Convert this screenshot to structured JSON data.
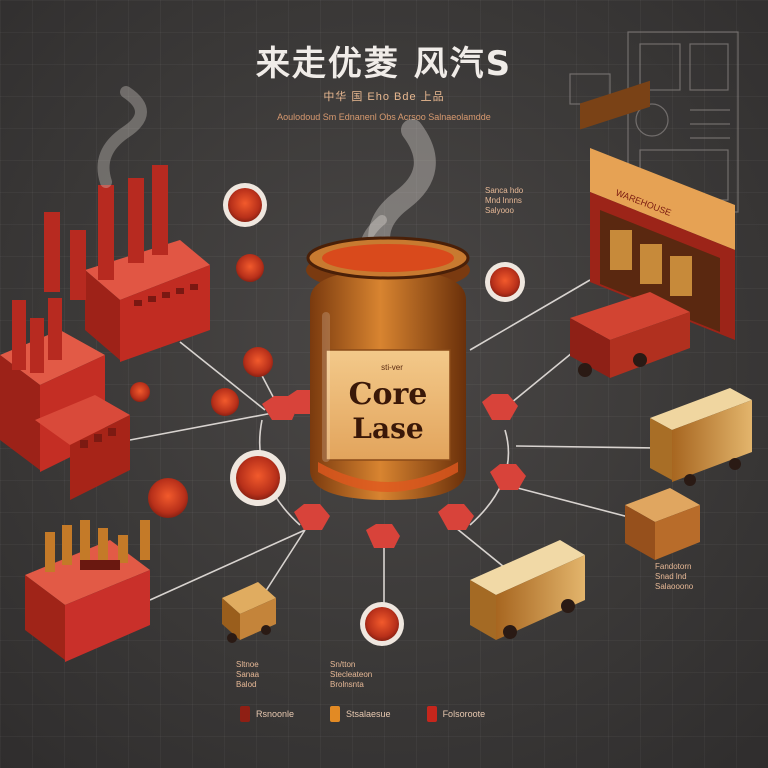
{
  "header": {
    "title": "来走优菱 风汽S",
    "subtitle": "中华 国 Eho Bde 上品",
    "tagline": "Aoulodoud Sm Ednanenl Obs Acrsoo Salnaeolamdde"
  },
  "jar": {
    "tag": "sti-ver",
    "label_line1": "Core",
    "label_line2": "Lase"
  },
  "building_signs": {
    "warehouse": "WAREHOUSE"
  },
  "side_labels": {
    "right_top": [
      "Sanca hdo",
      "Mnd lnnns",
      "Salyooo"
    ],
    "right_bottom": [
      "Fandotorn",
      "Snad lnd",
      "Salaooono"
    ],
    "bottom_left": [
      "Sltnoe",
      "Sanaa",
      "Balod"
    ],
    "bottom_center": [
      "Sn/tton",
      "Stecleateon",
      "Brolnsnta"
    ]
  },
  "legend": [
    {
      "color": "#8f1f14",
      "label": "Rsnoonle"
    },
    {
      "color": "#e28a24",
      "label": "Stsalaesue"
    },
    {
      "color": "#c6261c",
      "label": "Folsoroote"
    }
  ],
  "colors": {
    "accent_red": "#d8433a",
    "factory_red": "#c9302a",
    "jar_amber": "#c76a1c",
    "connector_line": "#e9e4e0"
  }
}
